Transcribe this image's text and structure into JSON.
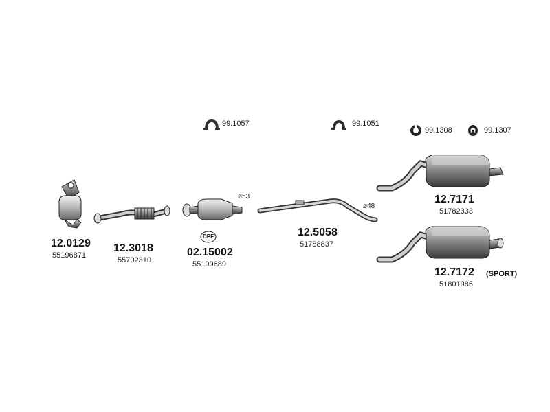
{
  "clamps": [
    {
      "code": "99.1057"
    },
    {
      "code": "99.1051"
    },
    {
      "code": "99.1308"
    },
    {
      "code": "99.1307"
    }
  ],
  "parts": [
    {
      "code": "12.0129",
      "oem": "55196871"
    },
    {
      "code": "12.3018",
      "oem": "55702310"
    },
    {
      "code": "02.15002",
      "oem": "55199689",
      "badge": "DPF"
    },
    {
      "code": "12.5058",
      "oem": "51788837"
    },
    {
      "code": "12.7171",
      "oem": "51782333"
    },
    {
      "code": "12.7172",
      "oem": "51801985",
      "note": "(SPORT)"
    }
  ],
  "dimensions": {
    "dpf_diameter": "ø53",
    "pipe_diameter": "ø48"
  }
}
